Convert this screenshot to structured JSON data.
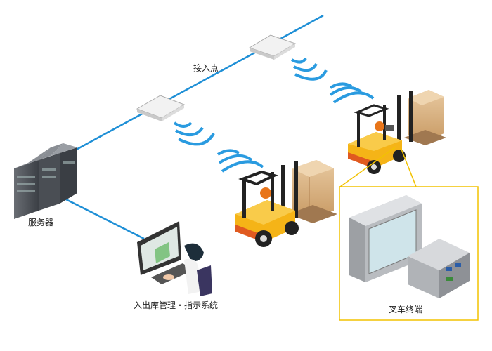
{
  "labels": {
    "access_point": "接入点",
    "server": "服务器",
    "system": "入出库管理・指示系统",
    "forklift_terminal": "叉车终端"
  },
  "colors": {
    "network_line": "#1e8fd6",
    "wifi": "#2a9be0",
    "callout": "#f2c200",
    "forklift": "#f5b417"
  }
}
